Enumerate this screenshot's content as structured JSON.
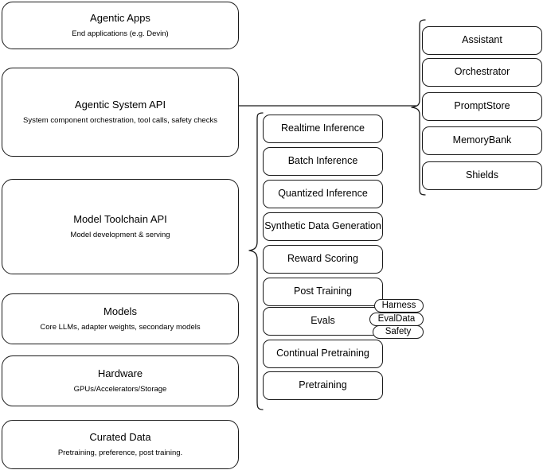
{
  "diagram": {
    "title": "Agentic stack layers",
    "stroke_color": "#1a1a1a",
    "background_color": "#ffffff"
  },
  "layers": [
    {
      "id": "agentic-apps",
      "title": "Agentic Apps",
      "subtitle": "End applications (e.g. Devin)"
    },
    {
      "id": "agentic-system-api",
      "title": "Agentic System API",
      "subtitle": "System component orchestration, tool calls, safety checks"
    },
    {
      "id": "model-toolchain-api",
      "title": "Model Toolchain API",
      "subtitle": "Model development & serving"
    },
    {
      "id": "models",
      "title": "Models",
      "subtitle": "Core LLMs, adapter weights, secondary models"
    },
    {
      "id": "hardware",
      "title": "Hardware",
      "subtitle": "GPUs/Accelerators/Storage"
    },
    {
      "id": "curated-data",
      "title": "Curated Data",
      "subtitle": "Pretraining, preference, post training."
    }
  ],
  "toolchain_components": [
    {
      "id": "realtime-inference",
      "label": "Realtime Inference"
    },
    {
      "id": "batch-inference",
      "label": "Batch Inference"
    },
    {
      "id": "quantized-inference",
      "label": "Quantized Inference"
    },
    {
      "id": "synthetic-data-generation",
      "label": "Synthetic Data Generation"
    },
    {
      "id": "reward-scoring",
      "label": "Reward Scoring"
    },
    {
      "id": "post-training",
      "label": "Post Training"
    },
    {
      "id": "evals",
      "label": "Evals"
    },
    {
      "id": "continual-pretraining",
      "label": "Continual Pretraining"
    },
    {
      "id": "pretraining",
      "label": "Pretraining"
    }
  ],
  "eval_tags": [
    {
      "id": "harness",
      "label": "Harness"
    },
    {
      "id": "evaldata",
      "label": "EvalData"
    },
    {
      "id": "safety",
      "label": "Safety"
    }
  ],
  "system_components": [
    {
      "id": "assistant",
      "label": "Assistant"
    },
    {
      "id": "orchestrator",
      "label": "Orchestrator"
    },
    {
      "id": "promptstore",
      "label": "PromptStore"
    },
    {
      "id": "memorybank",
      "label": "MemoryBank"
    },
    {
      "id": "shields",
      "label": "Shields"
    }
  ]
}
